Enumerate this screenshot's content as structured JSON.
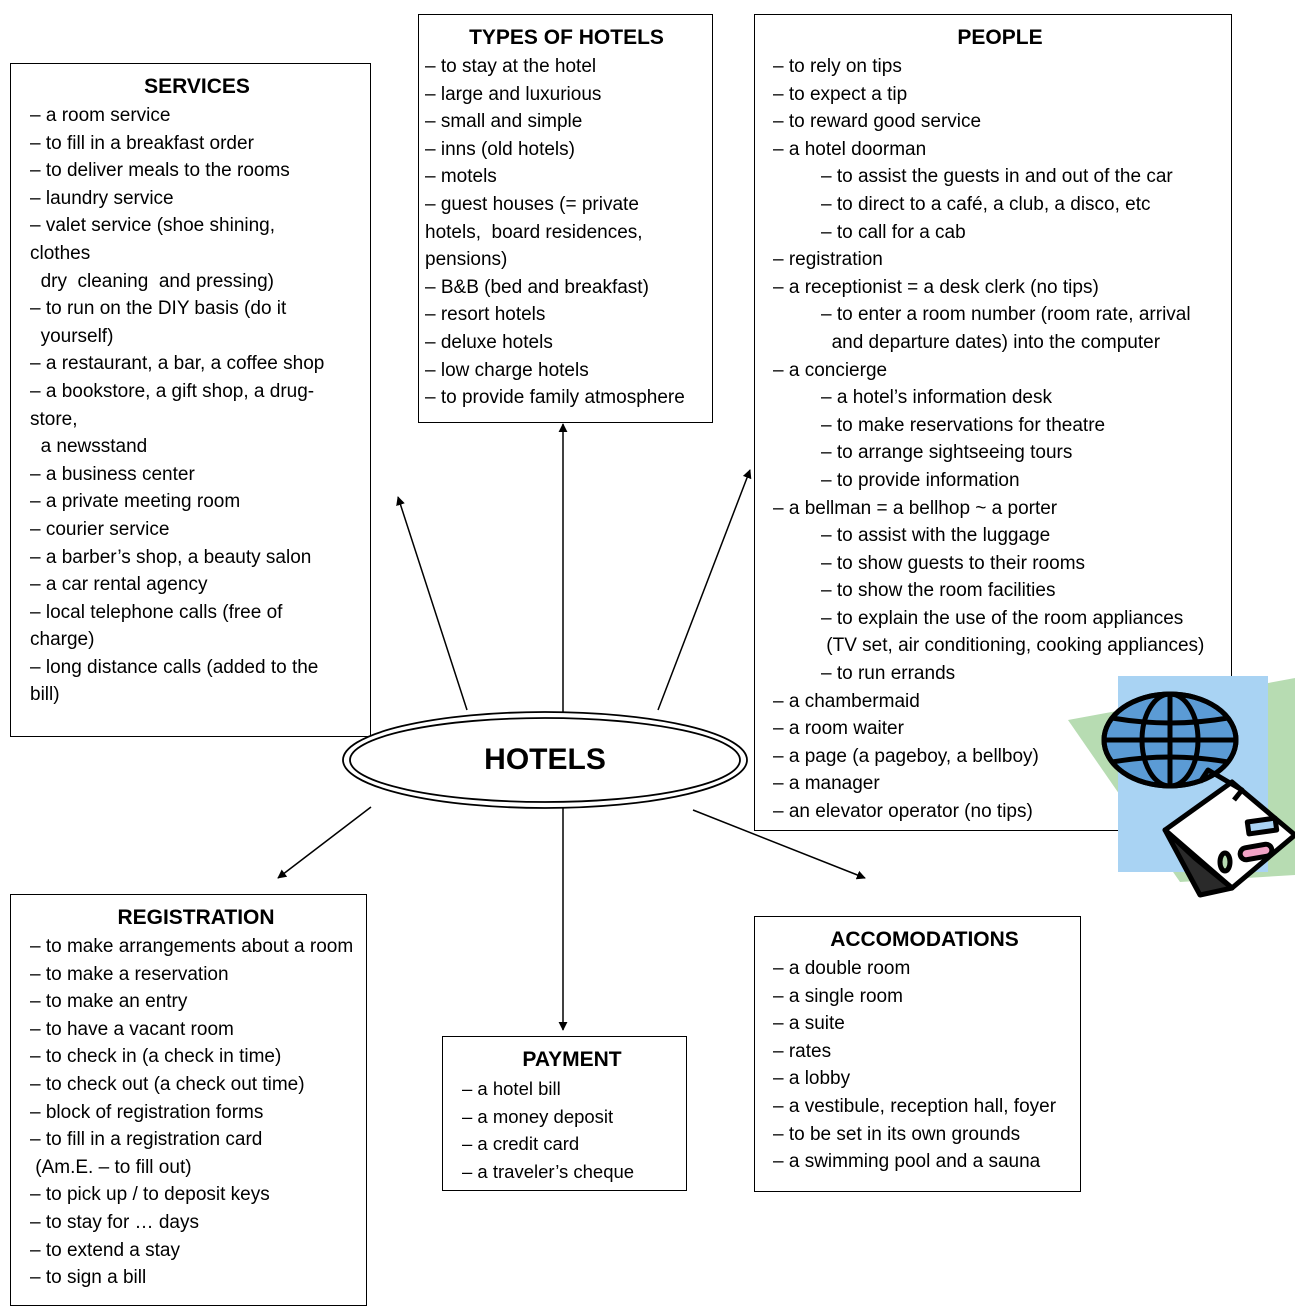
{
  "center": {
    "title": "HOTELS"
  },
  "services": {
    "title": "SERVICES",
    "items": [
      "– a room service",
      "– to fill in a breakfast order",
      "– to deliver meals to the rooms",
      "– laundry service",
      "– valet service (shoe shining,",
      "clothes",
      "  dry  cleaning  and pressing)",
      "– to run on the DIY basis (do it",
      "  yourself)",
      "– a restaurant, a bar, a coffee shop",
      "– a bookstore, a gift shop, a drug-",
      "store,",
      "  a newsstand",
      "– a business center",
      "– a private meeting room",
      "– courier service",
      "– a barber’s shop, a beauty salon",
      "– a car rental agency",
      "– local telephone calls (free of",
      "charge)",
      "– long distance calls (added to the",
      "bill)"
    ]
  },
  "types": {
    "title": "TYPES OF HOTELS",
    "items": [
      "– to stay at the hotel",
      "– large and luxurious",
      "– small and simple",
      "– inns (old hotels)",
      "– motels",
      "– guest houses (= private",
      "hotels,  board residences,",
      "pensions)",
      "– B&B (bed and breakfast)",
      "– resort hotels",
      "– deluxe hotels",
      "– low charge hotels",
      "– to provide family atmosphere"
    ]
  },
  "people": {
    "title": "PEOPLE",
    "items": [
      "– to rely on tips",
      "– to expect a tip",
      "– to reward good service",
      "– a hotel doorman",
      "– to assist the guests in and out of the car",
      "– to direct to a café, a club, a disco, etc",
      "– to call for a cab",
      "– registration",
      "– a receptionist = a desk clerk (no tips)",
      "– to enter a room number (room rate, arrival",
      "  and departure dates) into the computer",
      "– a concierge",
      "– a hotel’s information desk",
      "– to make reservations for theatre",
      "– to arrange sightseeing tours",
      "– to provide information",
      "– a bellman = a bellhop ~ a porter",
      "– to assist with the luggage",
      "– to show guests to their rooms",
      "– to show the room facilities",
      "– to explain the use of the room appliances",
      " (TV set, air conditioning, cooking appliances)",
      "– to run errands",
      "– a chambermaid",
      "– a room waiter",
      "– a page (a pageboy, a bellboy)",
      "– a manager",
      "– an elevator operator (no tips)"
    ],
    "indented": [
      4,
      5,
      6,
      9,
      10,
      12,
      13,
      14,
      15,
      17,
      18,
      19,
      20,
      21,
      22
    ]
  },
  "registration": {
    "title": "REGISTRATION",
    "items": [
      "– to make arrangements about a room",
      "– to make a reservation",
      "– to make an entry",
      "– to have a vacant room",
      "– to check in (a check in time)",
      "– to check out (a check out time)",
      "– block of registration forms",
      "– to fill in a registration card",
      " (Am.E. – to fill out)",
      "– to pick up / to deposit keys",
      "– to stay for … days",
      "– to extend a stay",
      "– to sign a bill"
    ]
  },
  "payment": {
    "title": "PAYMENT",
    "items": [
      "– a hotel bill",
      "– a money deposit",
      "– a credit card",
      "– a traveler’s cheque"
    ]
  },
  "accommodations": {
    "title": "ACCOMODATIONS",
    "items": [
      "– a double room",
      "– a single room",
      "– a suite",
      "– rates",
      "– a lobby",
      "– a vestibule, reception hall, foyer",
      "– to be set in its own grounds",
      "– a swimming pool and a sauna"
    ]
  },
  "clipart": {
    "icon": "globe-suitcase-icon"
  }
}
